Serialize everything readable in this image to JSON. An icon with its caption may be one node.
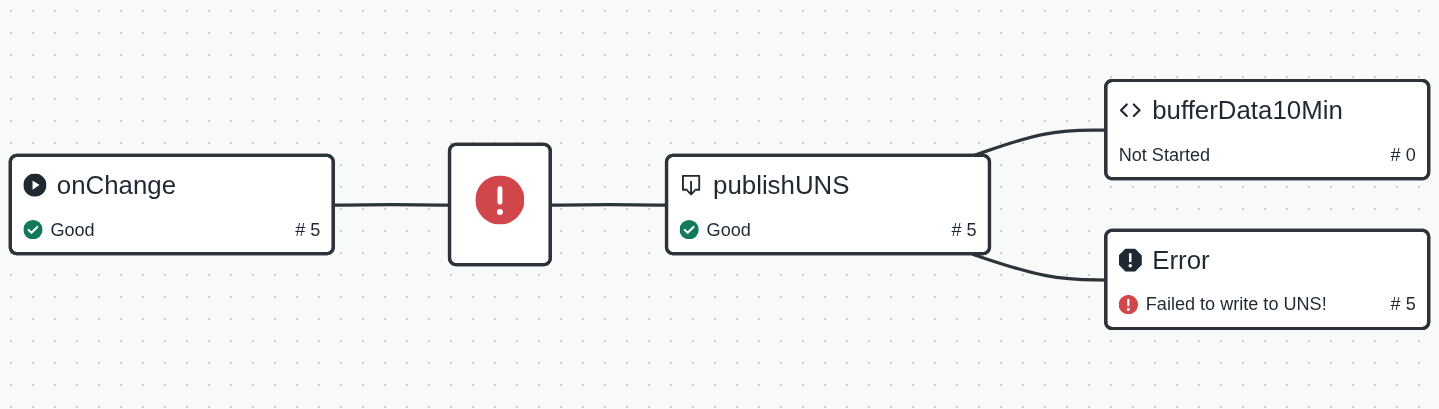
{
  "diagram": {
    "nodes": [
      {
        "text": [
          "onChange",
          "Good",
          "# 5"
        ]
      },
      {
        "text": [],
        "shape": "box"
      },
      {
        "text": [
          "publishUNS",
          "Good",
          "# 5"
        ]
      },
      {
        "text": [
          "bufferData10Min",
          "Not Started",
          "# 0"
        ]
      },
      {
        "text": [
          "Error",
          "Failed to write to UNS!",
          "# 5"
        ]
      }
    ],
    "edges": [
      {
        "from": 0,
        "to": 1,
        "arrow": "none"
      },
      {
        "from": 1,
        "to": 2,
        "arrow": "none"
      },
      {
        "from": 2,
        "to": 3,
        "arrow": "none"
      },
      {
        "from": 2,
        "to": 4,
        "arrow": "none"
      }
    ]
  }
}
